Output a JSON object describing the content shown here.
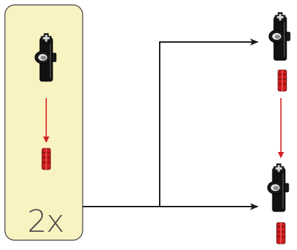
{
  "step": {
    "quantity_label": "2x",
    "panel_color": "#f9f2c1",
    "panel_border_color": "#3a3a3a",
    "arrow_color": "#1a1a1a",
    "attach_arrow_color": "#d21f1f"
  },
  "parts": [
    {
      "name": "black-axle-connector-with-pin-hole",
      "color": "#111111"
    },
    {
      "name": "red-axle-pin",
      "color": "#d42020"
    }
  ]
}
